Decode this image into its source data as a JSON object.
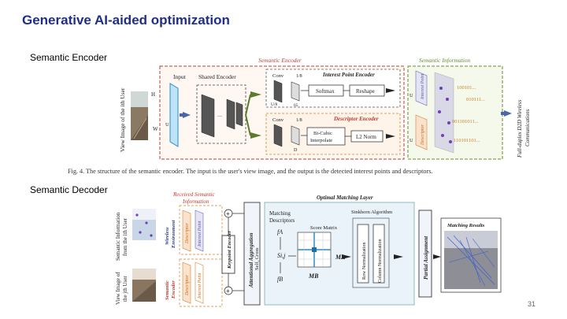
{
  "slide": {
    "title": "Generative AI-aided optimization",
    "encoder_label": "Semantic Encoder",
    "decoder_label": "Semantic Decoder",
    "page_number": "31"
  },
  "encoder_figure": {
    "left_caption": "View Image of the ith User",
    "semantic_encoder": "Semantic Encoder",
    "semantic_information": "Semantic Information",
    "input": "Input",
    "shared_encoder": "Shared Encoder",
    "interest_point_encoder": "Interest Point Encoder",
    "descriptor_encoder": "Descriptor Encoder",
    "conv": "Conv",
    "softmax": "Softmax",
    "reshape": "Reshape",
    "bicubic": "Bi-Cubic",
    "interpolate": "Interpolate",
    "l2norm": "L2 Norm",
    "interest_point": "Interest Point",
    "descriptor": "Descriptor",
    "bits": [
      "100101...",
      "010111...",
      "001101011...",
      "110101101..."
    ],
    "side_caption_1": "Full-duplex D2D Wireless",
    "side_caption_2": "Communications",
    "dims": {
      "h": "H",
      "w": "W",
      "u": "U",
      "d": "D",
      "one_eighth": "1/8",
      "sixty_five": "65",
      "u8": "U/8"
    },
    "caption": "Fig. 4.  The structure of the semantic encoder. The input is the user's view image, and the output is the detected interest points and descriptors."
  },
  "decoder_figure": {
    "received_1": "Received Semantic",
    "received_2": "Information",
    "semantic_info_1": "Semantic Information",
    "semantic_info_2": "from the ith User",
    "view_image_1": "View Image of",
    "view_image_2": "the jth User",
    "wireless": "Wireless",
    "environment": "Environment",
    "semantic": "Semantic",
    "encoder": "Encoder",
    "descriptor": "Descriptor",
    "interest_point": "Interest Point",
    "keypoint_encoder": "Keypoint Encoder",
    "attentional": "Attentional Aggregation",
    "self_cross": "Self, Cross",
    "optimal_matching_layer": "Optimal Matching Layer",
    "matching_descriptors_1": "Matching",
    "matching_descriptors_2": "Descriptors",
    "fa": "fA",
    "fb": "fB",
    "sij": "Si,j",
    "score_matrix": "Score Matrix",
    "ma": "MA",
    "mb": "MB",
    "sinkhorn": "Sinkhorn Algorithm",
    "row_norm": "Row Normalization",
    "col_norm": "Column Normalization",
    "partial_assignment": "Partial Assignment",
    "matching_results": "Matching Results"
  }
}
